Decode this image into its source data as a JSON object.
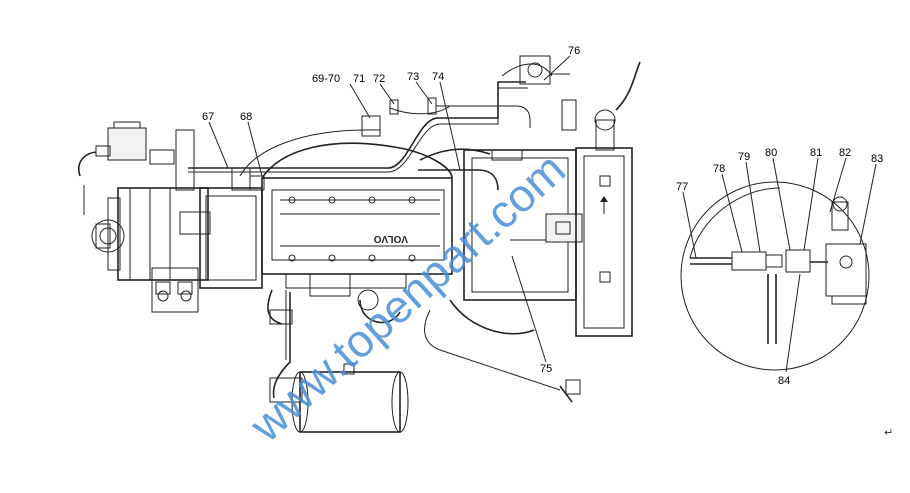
{
  "callouts": {
    "c67": "67",
    "c68": "68",
    "c6970": "69-70",
    "c71": "71",
    "c72": "72",
    "c73": "73",
    "c74": "74",
    "c75": "75",
    "c76": "76",
    "c77": "77",
    "c78": "78",
    "c79": "79",
    "c80": "80",
    "c81": "81",
    "c82": "82",
    "c83": "83",
    "c84": "84"
  },
  "engine_brand": "VOLVO",
  "watermark": "www.topenpart.com",
  "return_mark": "↵",
  "colors": {
    "line": "#222222",
    "watermark": "#4a8fd6",
    "background": "#ffffff"
  }
}
